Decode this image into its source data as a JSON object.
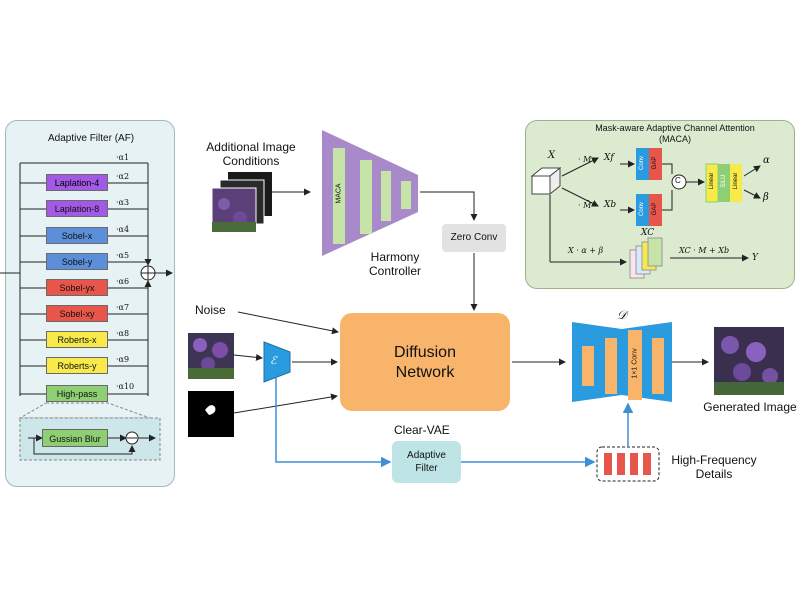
{
  "af_panel": {
    "title": "Adaptive Filter (AF)",
    "filters": [
      {
        "label": "Laplation-4",
        "color": "#a259e6"
      },
      {
        "label": "Laplation-8",
        "color": "#a259e6"
      },
      {
        "label": "Sobel-x",
        "color": "#5b8fd9"
      },
      {
        "label": "Sobel-y",
        "color": "#5b8fd9"
      },
      {
        "label": "Sobel-yx",
        "color": "#e8554b"
      },
      {
        "label": "Sobel-xy",
        "color": "#e8554b"
      },
      {
        "label": "Roberts-x",
        "color": "#f7ea4a"
      },
      {
        "label": "Roberts-y",
        "color": "#f7ea4a"
      },
      {
        "label": "High-pass",
        "color": "#8fcf74"
      }
    ],
    "alphas": [
      "·α1",
      "·α2",
      "·α3",
      "·α4",
      "·α5",
      "·α6",
      "·α7",
      "·α8",
      "·α9",
      "·α10"
    ],
    "blur_label": "Gussian Blur",
    "panel_color": "#e6f2f4"
  },
  "inputs": {
    "additional_conditions": "Additional Image\nConditions",
    "noise": "Noise"
  },
  "harmony": {
    "maca_label": "MACA",
    "title": "Harmony\nController",
    "color": "#a889c9"
  },
  "zero_conv": "Zero Conv",
  "maca_panel": {
    "title": "Mask-aware Adaptive Channel Attention\n(MACA)",
    "x": "X",
    "mul_m": "· M",
    "mul_mbar": "· M̄",
    "xf": "Xf",
    "xb": "Xb",
    "conv": "Conv",
    "gap": "GAP",
    "concat": "C",
    "linear": "Linear",
    "silu": "SiLU",
    "alpha": "α",
    "beta": "β",
    "formula1": "X · α + β",
    "xc": "XC",
    "formula2": "XC · M + Xb",
    "y": "Y",
    "bg_color": "#dcebd0"
  },
  "encoder": "ℰ",
  "diffusion": {
    "label": "Diffusion\nNetwork",
    "color": "#f8b46b"
  },
  "decoder": {
    "label": "𝒟",
    "conv": "1×1 Conv"
  },
  "clear_vae": "Clear-VAE",
  "adaptive_filter": "Adaptive\nFilter",
  "high_freq": "High-Frequency\nDetails",
  "generated": "Generated Image",
  "colors": {
    "blue_arrow": "#3f8fd6",
    "decoder_blue": "#2b9be0",
    "orange": "#f8b46b",
    "green": "#c6e3a8"
  }
}
